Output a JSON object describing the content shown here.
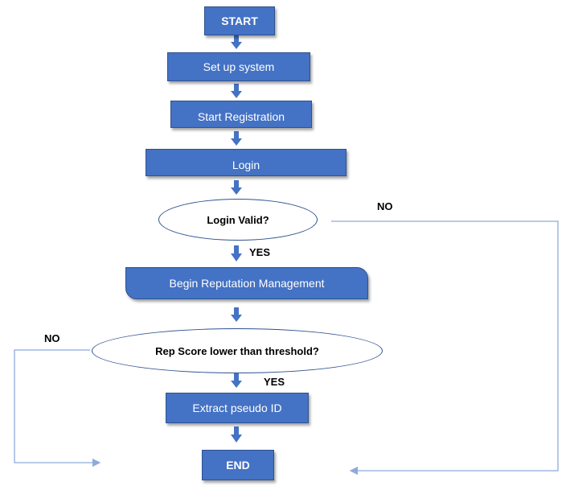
{
  "nodes": {
    "start": "START",
    "setup": "Set up system",
    "registration": "Start Registration",
    "login": "Login",
    "login_valid": "Login Valid?",
    "reputation": "Begin Reputation Management",
    "rep_score": "Rep Score lower than threshold?",
    "extract": "Extract pseudo ID",
    "end": "END"
  },
  "labels": {
    "login_no": "NO",
    "login_yes": "YES",
    "rep_no": "NO",
    "rep_yes": "YES"
  },
  "colors": {
    "box_fill": "#4472c4",
    "box_border": "#2f528f",
    "arrow": "#4472c4",
    "connector": "#8eaadb"
  }
}
